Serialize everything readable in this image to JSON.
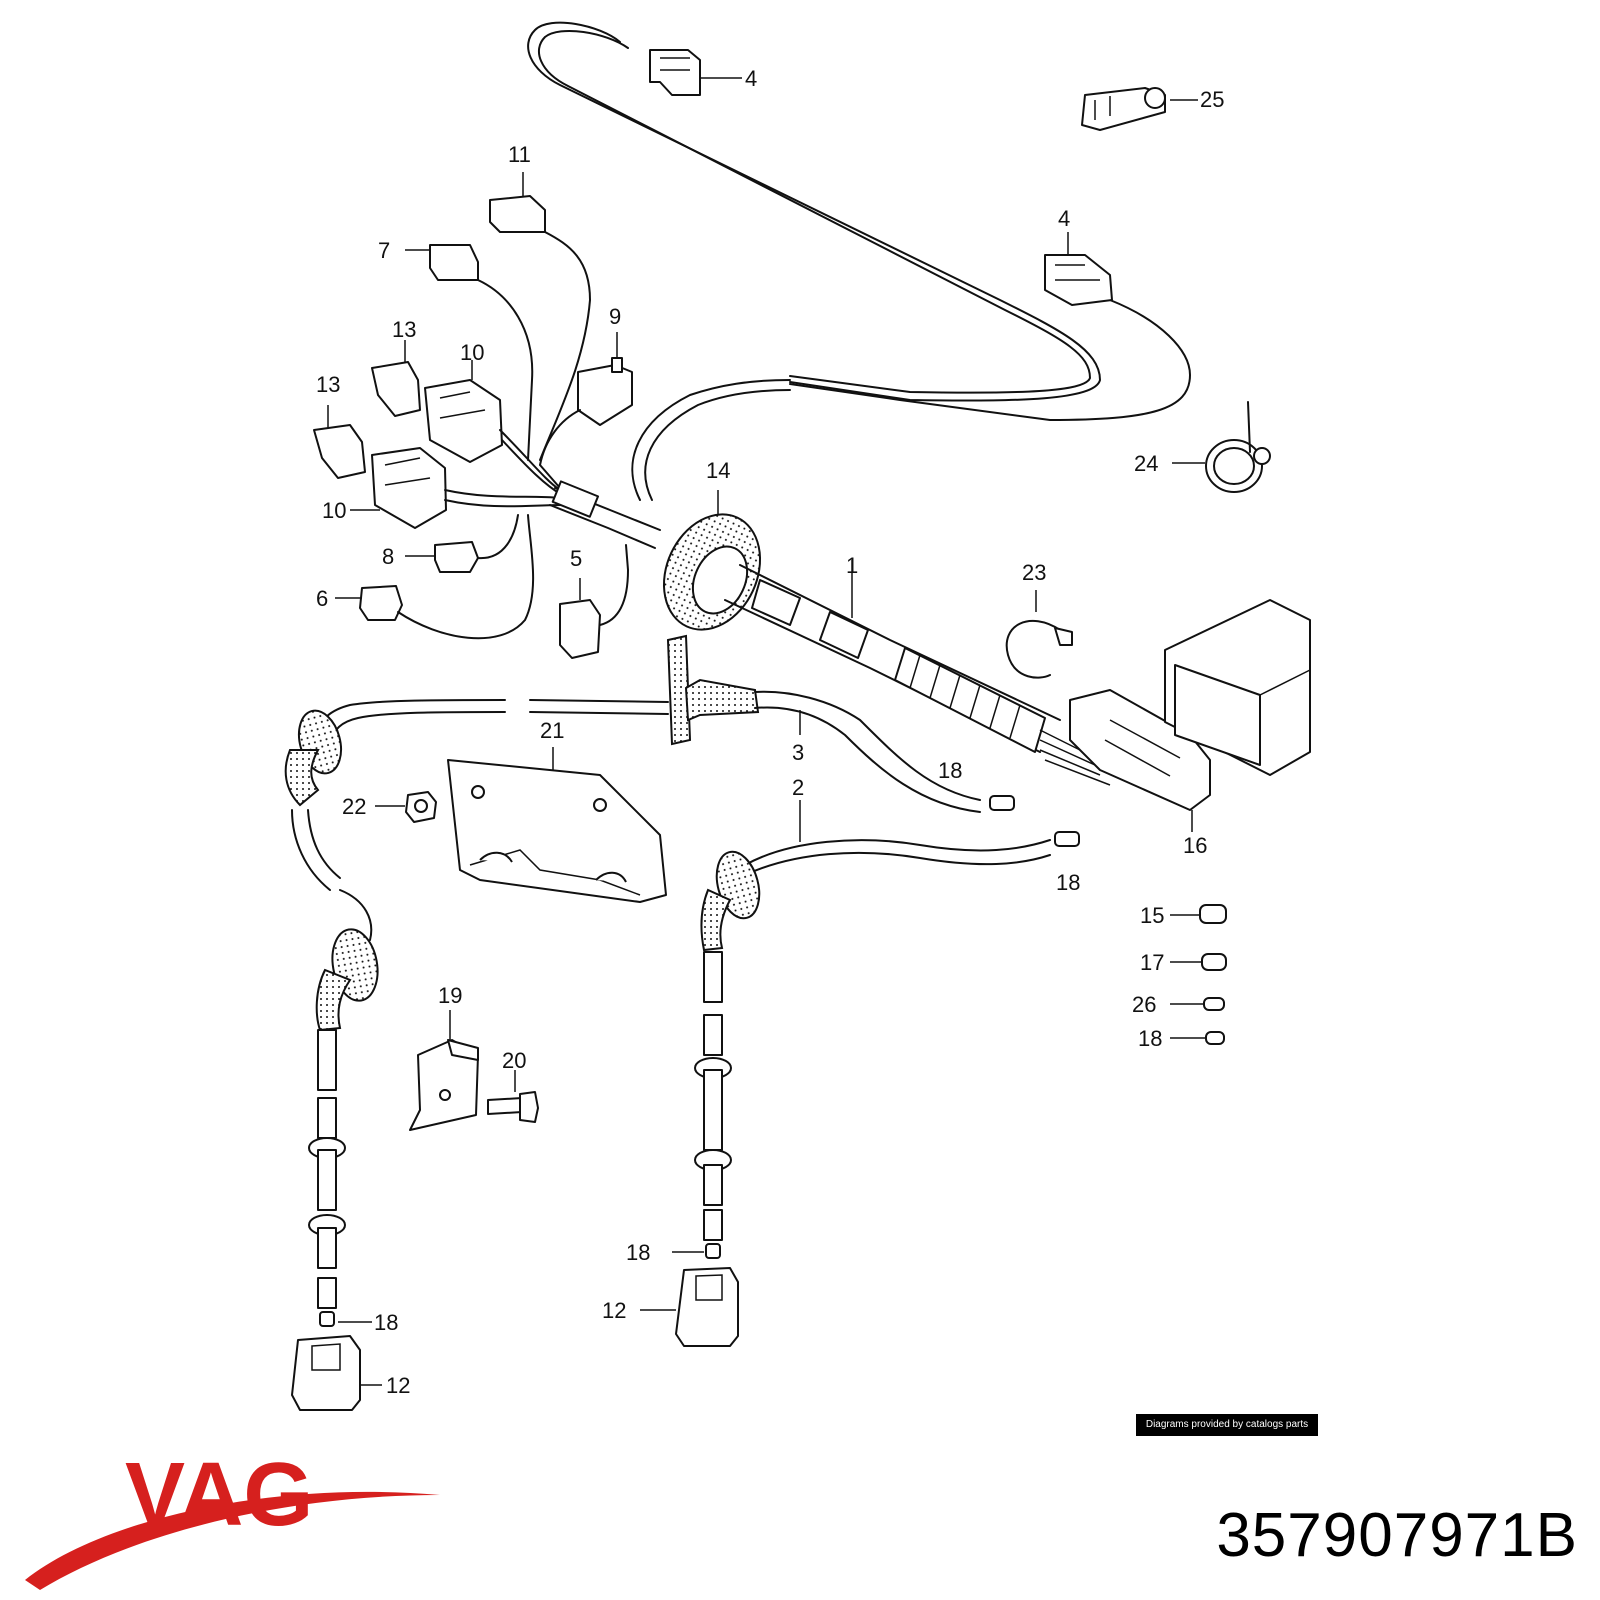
{
  "callouts": {
    "c1": "1",
    "c2": "2",
    "c3": "3",
    "c4a": "4",
    "c4b": "4",
    "c5": "5",
    "c6": "6",
    "c7": "7",
    "c8": "8",
    "c9": "9",
    "c10a": "10",
    "c10b": "10",
    "c11": "11",
    "c12a": "12",
    "c12b": "12",
    "c13a": "13",
    "c13b": "13",
    "c14": "14",
    "c15": "15",
    "c16": "16",
    "c17": "17",
    "c18a": "18",
    "c18b": "18",
    "c18c": "18",
    "c18d": "18",
    "c18e": "18",
    "c19": "19",
    "c20": "20",
    "c21": "21",
    "c22": "22",
    "c23": "23",
    "c24": "24",
    "c25": "25",
    "c26": "26"
  },
  "credit": "Diagrams provided by catalogs parts",
  "brand": {
    "name": "VAG",
    "color": "#d6201e"
  },
  "part_number": "357907971B"
}
